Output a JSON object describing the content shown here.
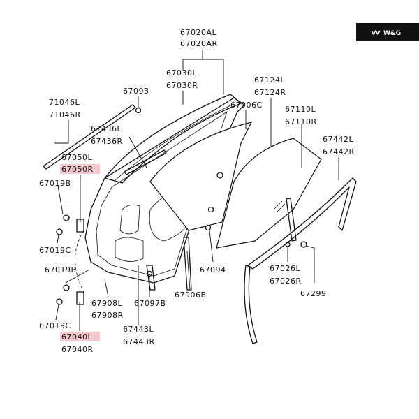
{
  "brand": {
    "logo_text": "W&G"
  },
  "labels": {
    "p67020L": "67020AL",
    "p67020R": "67020AR",
    "p67030L": "67030L",
    "p67030R": "67030R",
    "p67093": "67093",
    "p71046L": "71046L",
    "p71046R": "71046R",
    "p67124L": "67124L",
    "p67124R": "67124R",
    "p67906C": "67906C",
    "p67110L": "67110L",
    "p67110R": "67110R",
    "p67436L": "67436L",
    "p67436R": "67436R",
    "p67442L": "67442L",
    "p67442R": "67442R",
    "p67050L": "67050L",
    "p67050R": "67050R",
    "p67019B_top": "67019B",
    "p67019C_top": "67019C",
    "p67019B_bot": "67019B",
    "p67019C_bot": "67019C",
    "p67094": "67094",
    "p67026L": "67026L",
    "p67026R": "67026R",
    "p67299": "67299",
    "p67906B": "67906B",
    "p67908L": "67908L",
    "p67908R": "67908R",
    "p67097B": "67097B",
    "p67443L": "67443L",
    "p67443R": "67443R",
    "p67040L": "67040L",
    "p67040R": "67040R"
  },
  "colors": {
    "highlight": "#f4c9cc",
    "ink": "#111111"
  }
}
